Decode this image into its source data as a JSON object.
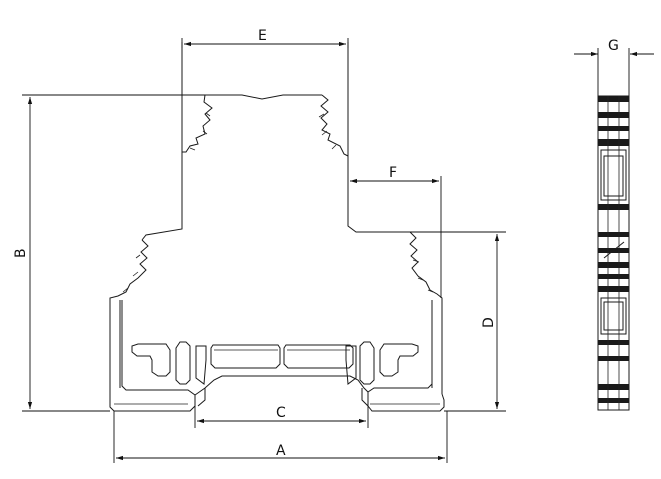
{
  "labels": {
    "A": "A",
    "B": "B",
    "C": "C",
    "D": "D",
    "E": "E",
    "F": "F",
    "G": "G"
  },
  "colors": {
    "line": "#1a1a1a",
    "background": "#ffffff"
  }
}
